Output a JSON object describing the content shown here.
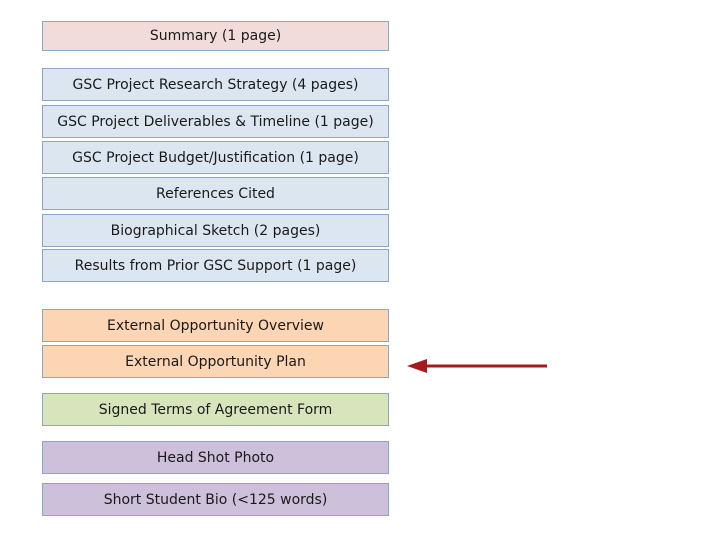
{
  "blocks": [
    {
      "label": "Summary (1 page)",
      "color": "#f2dcdb"
    },
    {
      "label": "GSC Project Research Strategy (4 pages)",
      "color": "#dce6f1"
    },
    {
      "label": "GSC Project Deliverables & Timeline (1 page)",
      "color": "#dce6f1"
    },
    {
      "label": "GSC Project Budget/Justification (1 page)",
      "color": "#dce6f1"
    },
    {
      "label": "References Cited",
      "color": "#dce6f1"
    },
    {
      "label": "Biographical Sketch (2 pages)",
      "color": "#dce6f1"
    },
    {
      "label": "Results from Prior GSC Support (1 page)",
      "color": "#dce6f1"
    },
    {
      "label": "External Opportunity Overview",
      "color": "#fcd5b4"
    },
    {
      "label": "External Opportunity Plan",
      "color": "#fcd5b4"
    },
    {
      "label": "Signed Terms of Agreement Form",
      "color": "#d8e4bc"
    },
    {
      "label": "Head Shot Photo",
      "color": "#ccc0da"
    },
    {
      "label": "Short Student Bio (<125 words)",
      "color": "#ccc0da"
    }
  ],
  "arrow": {
    "icon": "left-arrow-icon",
    "color": "#a31b1f"
  }
}
